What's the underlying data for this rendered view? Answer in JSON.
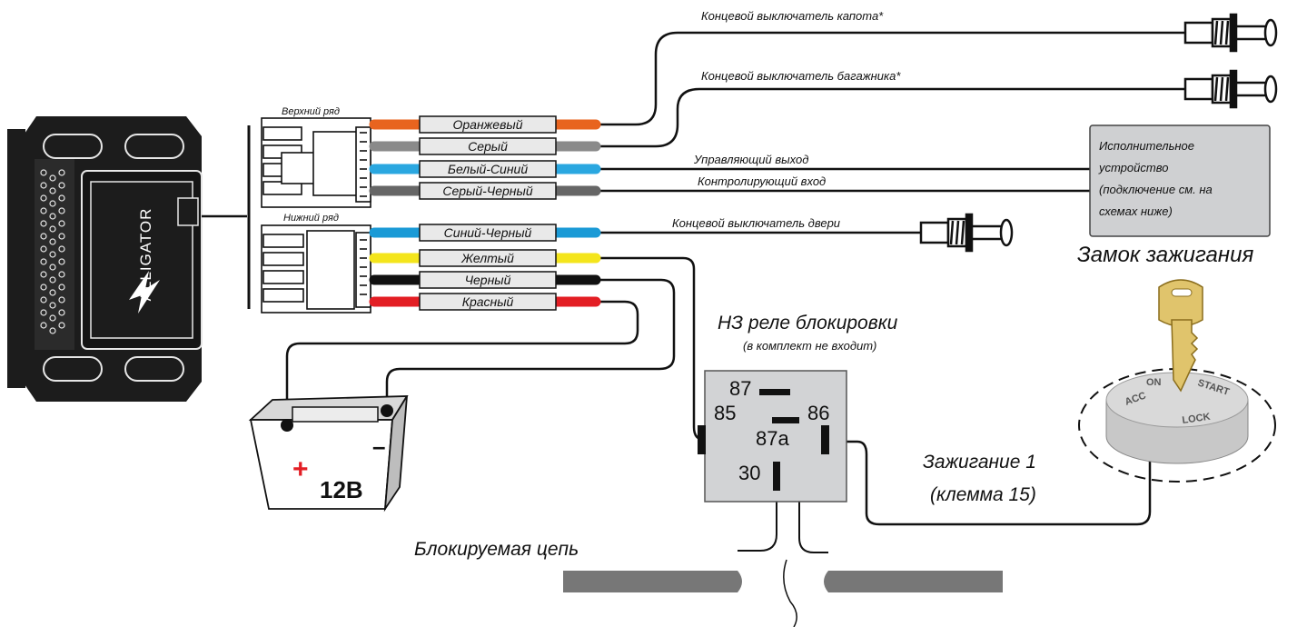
{
  "device": {
    "brand": "ALLIGATOR"
  },
  "connectors": {
    "upper_row_label": "Верхний ряд",
    "lower_row_label": "Нижний ряд"
  },
  "wires": [
    {
      "label": "Оранжевый",
      "color": "#e8641f"
    },
    {
      "label": "Серый",
      "color": "#8a8a8a"
    },
    {
      "label": "Белый-Синий",
      "color": "#2aa7e0"
    },
    {
      "label": "Серый-Черный",
      "color": "#666666"
    },
    {
      "label": "Синий-Черный",
      "color": "#1a9ad6"
    },
    {
      "label": "Желтый",
      "color": "#f4e51c"
    },
    {
      "label": "Черный",
      "color": "#111111"
    },
    {
      "label": "Красный",
      "color": "#e31e24"
    }
  ],
  "labels": {
    "hood_switch": "Концевой выключатель капота*",
    "trunk_switch": "Концевой выключатель багажника*",
    "control_output": "Управляющий выход",
    "monitor_input": "Контролирующий вход",
    "door_switch": "Концевой выключатель двери",
    "ignition_lock": "Замок зажигания",
    "relay_title": "НЗ реле блокировки",
    "relay_note": "(в комплект не входит)",
    "ignition_line1": "Зажигание 1",
    "ignition_line2": "(клемма 15)",
    "blocked_circuit": "Блокируемая цепь"
  },
  "actuator": {
    "line1": "Исполнительное",
    "line2": "устройство",
    "line3": "(подключение см. на",
    "line4": "схемах ниже)"
  },
  "relay_pins": {
    "p87": "87",
    "p85": "85",
    "p86": "86",
    "p87a": "87a",
    "p30": "30"
  },
  "battery": {
    "voltage": "12В",
    "plus": "+",
    "minus": "–"
  },
  "key": {
    "on": "ON",
    "start": "START",
    "acc": "ACC",
    "lock": "LOCK"
  },
  "colors": {
    "relay_fill": "#d2d3d5",
    "actuator_fill": "#cfd0d2",
    "key_gold": "#e0c46c",
    "cylinder": "#c8c8c8"
  }
}
